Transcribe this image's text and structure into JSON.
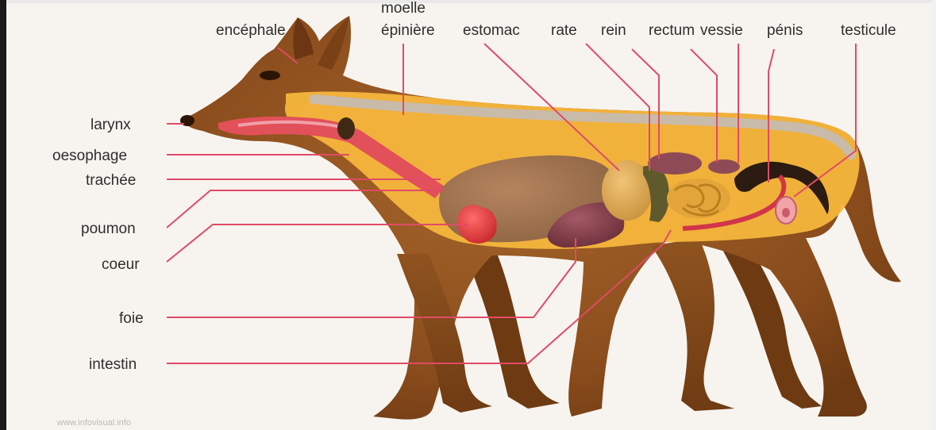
{
  "labels": {
    "encephale": "encéphale",
    "moelle_line1": "moelle",
    "moelle_line2": "épinière",
    "estomac": "estomac",
    "rate": "rate",
    "rein": "rein",
    "rectum": "rectum",
    "vessie": "vessie",
    "penis": "pénis",
    "testicule": "testicule",
    "larynx": "larynx",
    "oesophage": "oesophage",
    "trachee": "trachée",
    "poumon": "poumon",
    "coeur": "coeur",
    "foie": "foie",
    "intestin": "intestin"
  },
  "watermark": "www.infovisual.info",
  "colors": {
    "leader": "#e04b66",
    "fur": "#8b4f1c",
    "body_cavity": "#f5b63c",
    "background": "#f7f4ef"
  }
}
